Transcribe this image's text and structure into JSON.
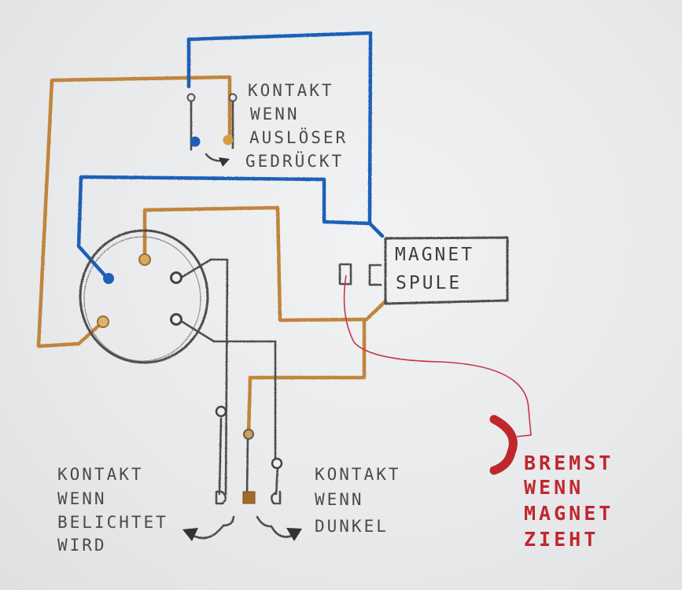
{
  "colors": {
    "blue_wire": "#1f5fb8",
    "orange_wire": "#c0843a",
    "pencil": "#4e4e4e",
    "red": "#c0272d",
    "paper": "#eceded"
  },
  "labels": {
    "trigger_switch": [
      "KONTAKT",
      "WENN",
      "AUSLÖSER",
      "GEDRÜCKT"
    ],
    "magnet_coil": [
      "MAGNET",
      "SPULE"
    ],
    "light_contact": [
      "KONTAKT",
      "WENN",
      "BELICHTET",
      "WIRD"
    ],
    "dark_contact": [
      "KONTAKT",
      "WENN",
      "DUNKEL"
    ],
    "brake": [
      "BREMST",
      "WENN",
      "MAGNET",
      "ZIEHT"
    ]
  }
}
